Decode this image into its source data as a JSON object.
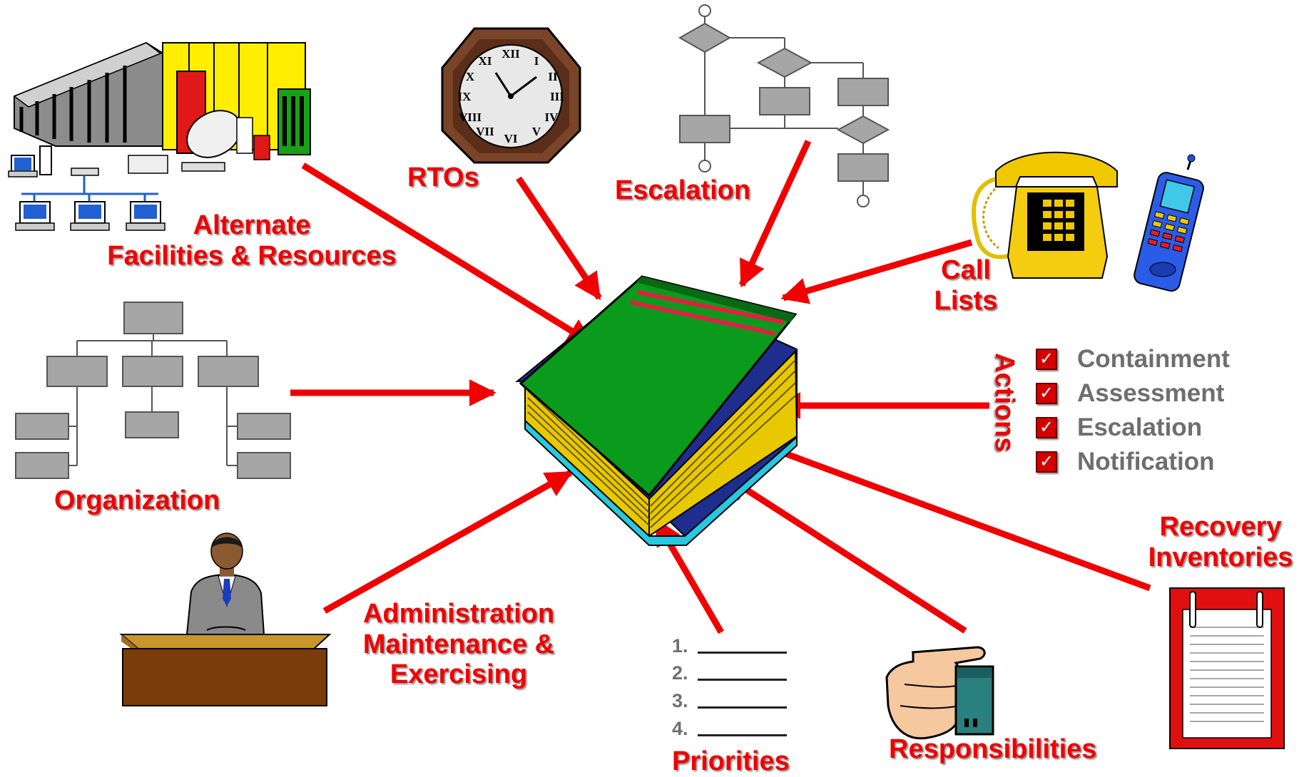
{
  "labels": {
    "alternate_line1": "Alternate",
    "alternate_line2": "Facilities & Resources",
    "rtos": "RTOs",
    "escalation": "Escalation",
    "call_line1": "Call",
    "call_line2": "Lists",
    "organization": "Organization",
    "admin_line1": "Administration",
    "admin_line2": "Maintenance &",
    "admin_line3": "Exercising",
    "priorities": "Priorities",
    "responsibilities": "Responsibilities",
    "recovery_line1": "Recovery",
    "recovery_line2": "Inventories"
  },
  "actions": {
    "title": "Actions",
    "items": [
      "Containment",
      "Assessment",
      "Escalation",
      "Notification"
    ]
  },
  "priorities_list": [
    "1.",
    "2.",
    "3.",
    "4."
  ],
  "colors": {
    "accent": "#f00000",
    "book_cover": "#0a9a1c",
    "pages": "#e8c800",
    "org_box": "#a6a6a6"
  },
  "icons": [
    "computer-facility-icon",
    "wall-clock-icon",
    "flowchart-icon",
    "telephone-icon",
    "cell-phone-icon",
    "org-chart-icon",
    "manager-desk-icon",
    "numbered-list-icon",
    "pointing-hand-icon",
    "clipboard-icon",
    "checkbox-icon",
    "plan-book-icon",
    "arrow-icon"
  ]
}
